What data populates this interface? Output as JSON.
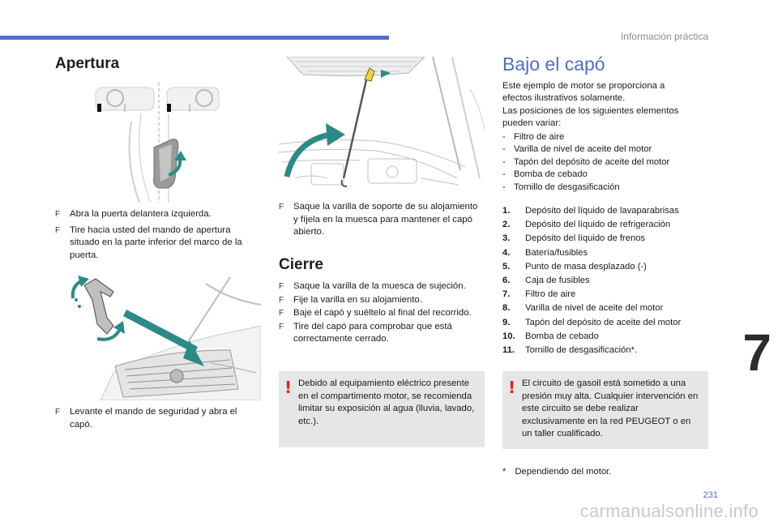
{
  "header": {
    "section_title": "Información práctica",
    "chapter_number": "7",
    "page_number": "231",
    "watermark": "carmanualsonline.info"
  },
  "col1": {
    "heading": "Apertura",
    "steps_a": [
      "Abra la puerta delantera izquierda.",
      "Tire hacia usted del mando de apertura situado en la parte inferior del marco de la puerta."
    ],
    "steps_b": [
      "Levante el mando de seguridad y abra el capó."
    ]
  },
  "col2": {
    "steps_top": [
      "Saque la varilla de soporte de su alojamiento y fíjela en la muesca para mantener el capó abierto."
    ],
    "heading": "Cierre",
    "steps_cierre": [
      "Saque la varilla de la muesca de sujeción.",
      "Fije la varilla en su alojamiento.",
      "Baje el capó y suéltelo al final del recorrido.",
      "Tire del capó para comprobar que está correctamente cerrado."
    ],
    "warning": "Debido al equipamiento eléctrico presente en el compartimento motor, se recomienda limitar su exposición al agua (lluvia, lavado, etc.)."
  },
  "col3": {
    "heading": "Bajo el capó",
    "intro_1": "Este ejemplo de motor se proporciona a efectos ilustrativos solamente.",
    "intro_2": "Las posiciones de los siguientes elementos pueden variar:",
    "variable_items": [
      "Filtro de aire",
      "Varilla de nivel de aceite del motor",
      "Tapón del depósito de aceite del motor",
      "Bomba de cebado",
      "Tornillo de desgasificación"
    ],
    "components": [
      {
        "n": "1.",
        "label": "Depósito del líquido de lavaparabrisas"
      },
      {
        "n": "2.",
        "label": "Depósito del líquido de refrigeración"
      },
      {
        "n": "3.",
        "label": "Depósito del líquido de frenos"
      },
      {
        "n": "4.",
        "label": "Batería/fusibles"
      },
      {
        "n": "5.",
        "label": "Punto de masa desplazado (-)"
      },
      {
        "n": "6.",
        "label": "Caja de fusibles"
      },
      {
        "n": "7.",
        "label": "Filtro de aire"
      },
      {
        "n": "8.",
        "label": "Varilla de nivel de aceite del motor"
      },
      {
        "n": "9.",
        "label": "Tapón del depósito de aceite del motor"
      },
      {
        "n": "10.",
        "label": "Bomba de cebado"
      },
      {
        "n": "11.",
        "label": "Tornillo de desgasificación*."
      }
    ],
    "warning": "El circuito de gasoil está sometido a una presión muy alta. Cualquier intervención en este circuito se debe realizar exclusivamente en la red PEUGEOT o en un taller cualificado.",
    "footnote_mark": "*",
    "footnote": "Dependiendo del motor."
  },
  "colors": {
    "accent": "#4f6fc4",
    "teal_arrow": "#2a8b86",
    "warning_red": "#e2231a",
    "warning_bg": "#e6e6e6"
  },
  "icons": {
    "bullet": "F",
    "warning": "!"
  }
}
